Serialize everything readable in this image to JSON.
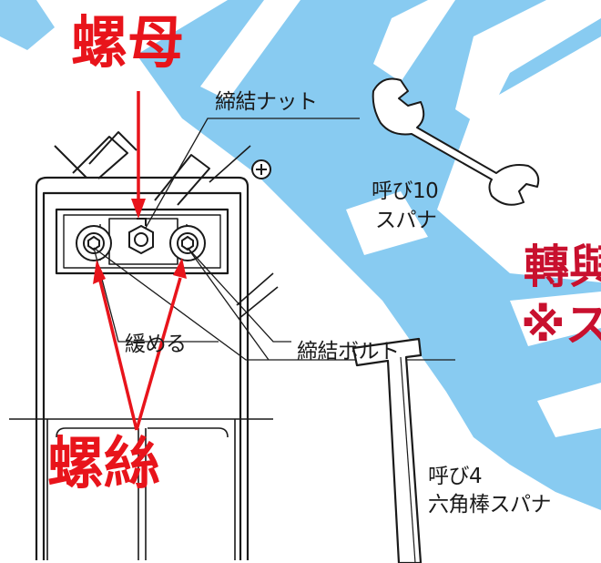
{
  "labels": {
    "nut_red": "螺母",
    "screw_red": "螺絲",
    "tighten_nut": "締結ナット",
    "wrench_size": "呼び10",
    "wrench": "スパナ",
    "loosen": "緩める",
    "tighten_bolt": "締結ボルト",
    "hex_size": "呼び4",
    "hex_wrench": "六角棒スパナ",
    "clipped_red_1": "轉與",
    "clipped_red_2": "※ス"
  },
  "colors": {
    "annotation_red": "#e8141b",
    "overlay_blue": "#82c8f0",
    "line_art": "#1a1a1a"
  }
}
